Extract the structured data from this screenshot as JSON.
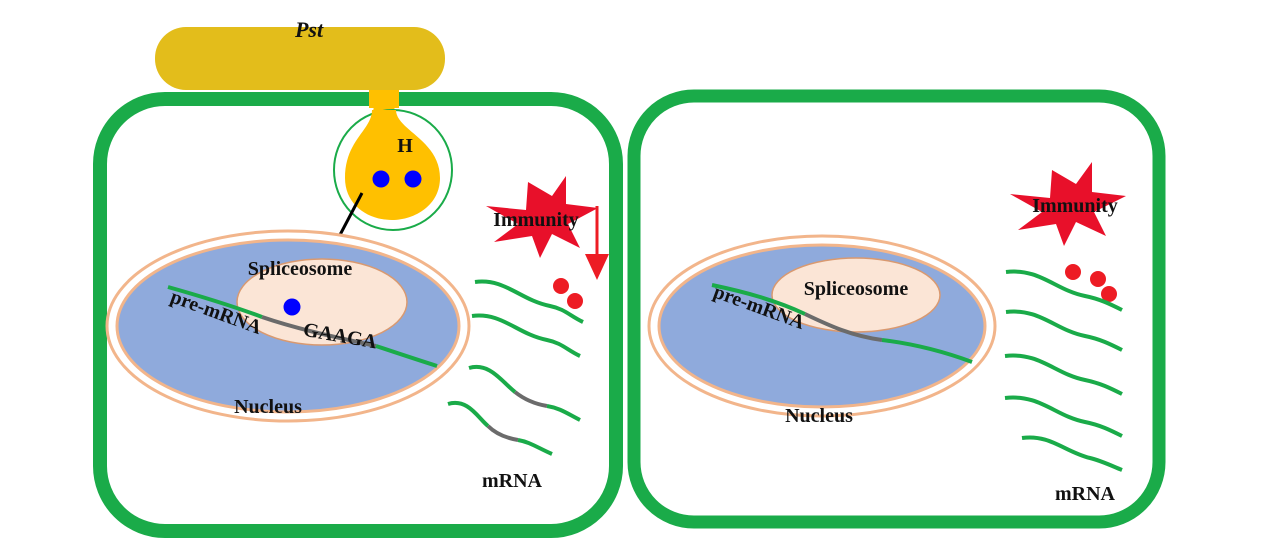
{
  "labels": {
    "pathogen": "Pst",
    "haustorium": "H",
    "left_cell": {
      "immunity": "Immunity",
      "spliceosome": "Spliceosome",
      "pre_mrna": "pre-mRNA",
      "motif": "GAAGA",
      "nucleus": "Nucleus",
      "mrna": "mRNA"
    },
    "right_cell": {
      "immunity": "Immunity",
      "spliceosome": "Spliceosome",
      "pre_mrna": "pre-mRNA",
      "nucleus": "Nucleus",
      "mrna": "mRNA"
    }
  },
  "colors": {
    "cell_wall": "#1aab49",
    "pathogen": "#e3bd1b",
    "haustorium": "#ffc000",
    "nucleus": "#8faadc",
    "nuclear_envelope": "#f2b58b",
    "spliceosome": "#fbe5d6",
    "effector": "#0000ff",
    "immunity_burst": "#e8102a",
    "immune_signal": "#ed1c24",
    "rna_exon": "#1aab49",
    "rna_intron": "#6b6b6b",
    "arrow_down": "#ed1c24",
    "arrow_translocation": "#000000"
  }
}
